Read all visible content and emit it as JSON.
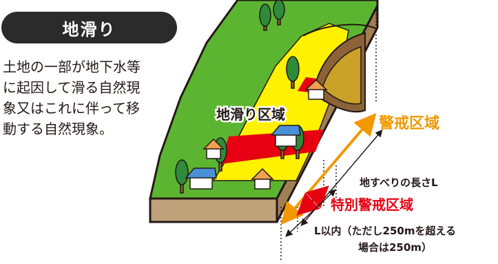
{
  "title": "地滑り",
  "description_lines": [
    "土地の一部が地下水等",
    "に起因して滑る自然現",
    "象又はこれに伴って移",
    "動する自然現象。"
  ],
  "labels": {
    "landslide_zone": "地滑り区域",
    "warning_zone": "警戒区域",
    "special_warning_zone": "特別警戒区域",
    "length": "地すべりの長さL",
    "limit_line1": "L以内（ただし250mを超える",
    "limit_line2": "場合は250m）"
  },
  "colors": {
    "warning": "#f39800",
    "special_warning": "#e60012",
    "zone_yellow": "#fff100",
    "zone_red": "#e60012",
    "grass": "#5cb531",
    "dark": "#2b2b2b"
  }
}
